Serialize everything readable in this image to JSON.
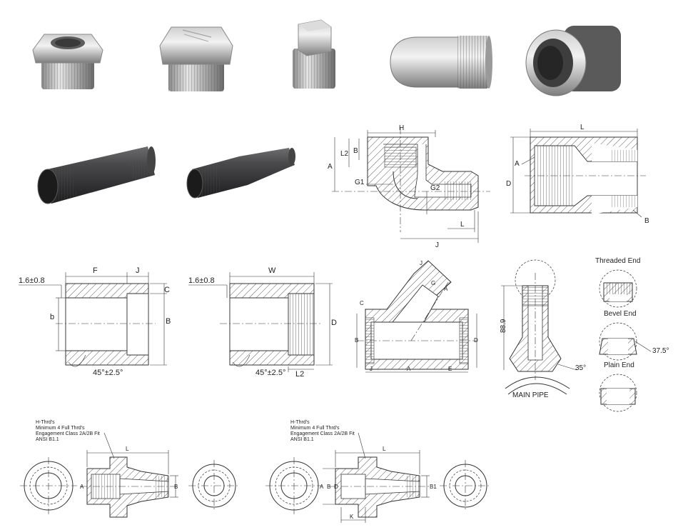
{
  "colors": {
    "steel_light": "#d9d9d9",
    "steel_mid": "#a9a9a9",
    "steel_dark": "#5c5c5c",
    "pipe_dark": "#3b3b3d",
    "line": "#333333"
  },
  "products": {
    "bushing": "hex-bushing-photo",
    "plug": "hex-head-plug-photo",
    "square_plug": "square-head-plug-photo",
    "bull_plug": "bull-plug-photo",
    "sockolet": "socket-outlet-photo",
    "nipple": "pipe-nipple-photo",
    "swage": "swage-nipple-photo"
  },
  "elbow_drawing": {
    "H": "H",
    "B": "B",
    "L2": "L2",
    "A": "A",
    "G1": "G1",
    "G2": "G2",
    "L": "L",
    "J": "J"
  },
  "swage_drawing": {
    "L": "L",
    "A": "A",
    "D": "D",
    "B": "B"
  },
  "coupling_drawing": {
    "gap": "1.6±0.8",
    "F": "F",
    "J": "J",
    "C": "C",
    "b": "b",
    "B": "B",
    "angle": "45°±2.5°"
  },
  "half_coupling_drawing": {
    "gap": "1.6±0.8",
    "W": "W",
    "D": "D",
    "L2": "L2",
    "angle": "45°±2.5°"
  },
  "lateral_drawing": {
    "J": "J",
    "G": "G",
    "A": "A",
    "C": "C",
    "B": "B",
    "D": "D",
    "E": "E"
  },
  "nipolet_drawing": {
    "length": "88.9",
    "angle": "35°",
    "main_pipe": "MAIN PIPE"
  },
  "end_types": {
    "threaded": "Threaded End",
    "bevel": "Bevel End",
    "bevel_angle": "37.5°",
    "plain": "Plain End"
  },
  "union_left": {
    "note": "H-Thrd's\nMinimum 4 Full Thrd's\nEngagement Class 2A/2B Fit\nANSI B1.1",
    "L": "L",
    "A": "A",
    "B": "B"
  },
  "union_right": {
    "note": "H-Thrd's\nMinimum 4 Full Thrd's\nEngagement Class 2A/2B Fit\nANSI B1.1",
    "L": "L",
    "A": "A",
    "B": "B",
    "D": "D",
    "B1": "B1",
    "K": "K"
  }
}
